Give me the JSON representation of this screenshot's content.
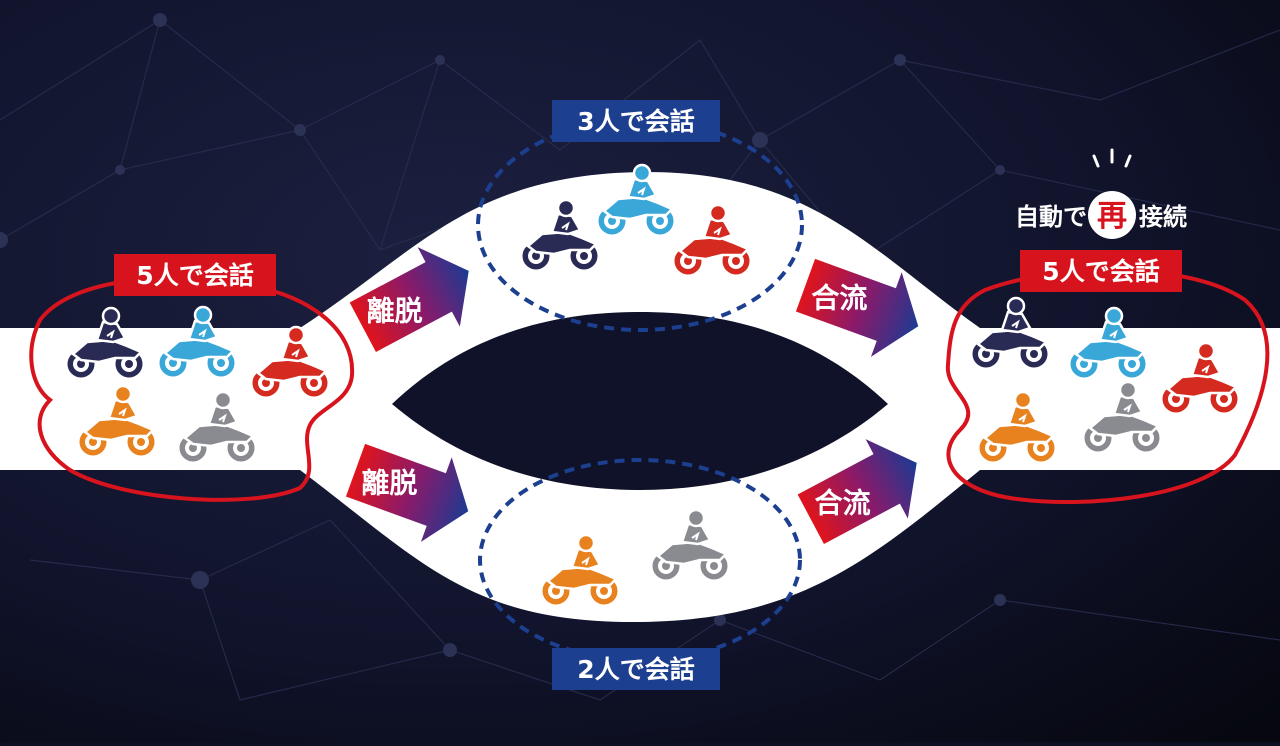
{
  "labels": {
    "group_left": "5人で会話",
    "group_top": "3人で会話",
    "group_bottom": "2人で会話",
    "group_right": "5人で会話",
    "split_top": "離脱",
    "split_bottom": "離脱",
    "merge_top": "合流",
    "merge_bottom": "合流",
    "reconnect_prefix": "自動で",
    "reconnect_badge": "再",
    "reconnect_suffix": "接続"
  },
  "colors": {
    "navy": "#2a2b55",
    "blue": "#3aa7d9",
    "red": "#d42a1f",
    "orange": "#e8821e",
    "gray": "#8a8b90",
    "label_red": "#d7141d",
    "label_blue": "#1c3f8f",
    "road": "#ffffff"
  },
  "riders": {
    "left": [
      "navy",
      "blue",
      "red",
      "orange",
      "gray"
    ],
    "top": [
      "navy",
      "blue",
      "red"
    ],
    "bottom": [
      "orange",
      "gray"
    ],
    "right": [
      "navy",
      "blue",
      "red",
      "orange",
      "gray"
    ]
  }
}
